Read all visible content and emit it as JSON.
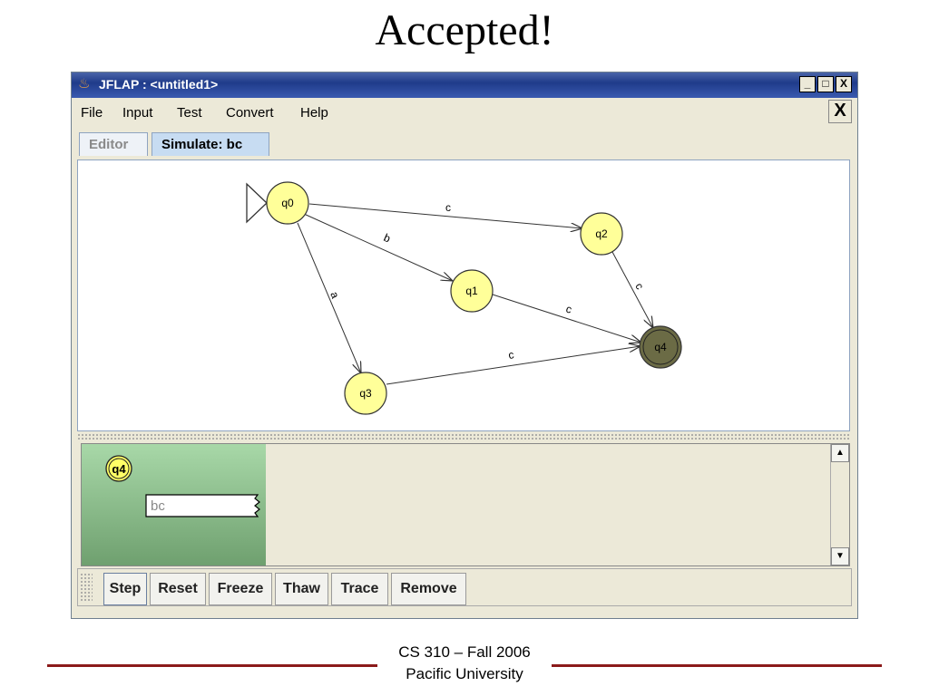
{
  "slide": {
    "title": "Accepted!",
    "footer_line1": "CS 310 – Fall 2006",
    "footer_line2": "Pacific University"
  },
  "window": {
    "title": "JFLAP : <untitled1>",
    "icon": "java-cup-icon",
    "controls": {
      "minimize": "_",
      "maximize": "□",
      "close": "X"
    }
  },
  "menubar": {
    "items": [
      "File",
      "Input",
      "Test",
      "Convert",
      "Help"
    ],
    "close_doc": "X"
  },
  "tabs": [
    {
      "label": "Editor",
      "active": false
    },
    {
      "label": "Simulate: bc",
      "active": true
    }
  ],
  "automaton": {
    "start_state": "q0",
    "states": [
      {
        "id": "q0",
        "label": "q0",
        "final": false
      },
      {
        "id": "q1",
        "label": "q1",
        "final": false
      },
      {
        "id": "q2",
        "label": "q2",
        "final": false
      },
      {
        "id": "q3",
        "label": "q3",
        "final": false
      },
      {
        "id": "q4",
        "label": "q4",
        "final": true,
        "highlighted": true
      }
    ],
    "transitions": [
      {
        "from": "q0",
        "to": "q2",
        "label": "c"
      },
      {
        "from": "q0",
        "to": "q1",
        "label": "b"
      },
      {
        "from": "q0",
        "to": "q3",
        "label": "a"
      },
      {
        "from": "q2",
        "to": "q4",
        "label": "c"
      },
      {
        "from": "q1",
        "to": "q4",
        "label": "c"
      },
      {
        "from": "q3",
        "to": "q4",
        "label": "c"
      }
    ],
    "colors": {
      "state_fill": "#ffff99",
      "highlight_fill": "#6b6b45",
      "stroke": "#333333"
    }
  },
  "simulation": {
    "configuration": {
      "state": "q4",
      "input": "bc"
    },
    "config_background": "#8fc08f"
  },
  "toolbar": {
    "buttons": [
      "Step",
      "Reset",
      "Freeze",
      "Thaw",
      "Trace",
      "Remove"
    ]
  }
}
